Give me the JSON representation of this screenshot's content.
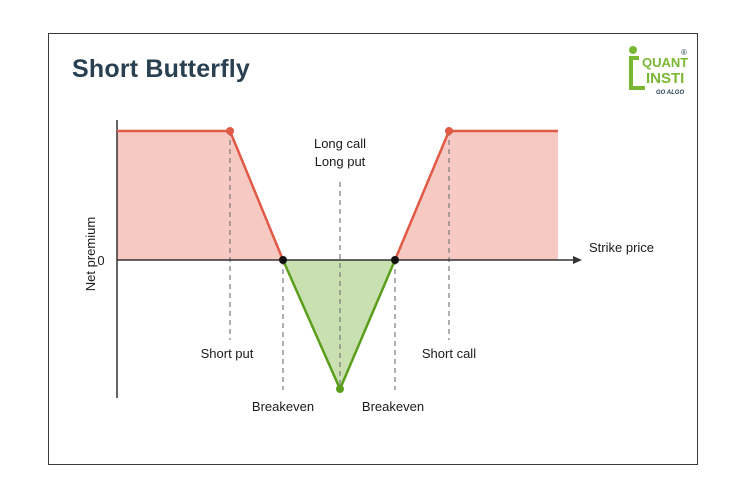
{
  "title": "Short Butterfly",
  "logo": {
    "line1": "QUANT",
    "line2": "INSTI",
    "tagline": "GO ALGO",
    "mark": "®",
    "color": "#7ab833"
  },
  "axes": {
    "x_label": "Strike price",
    "y_label": "Net premium",
    "zero_label": "0"
  },
  "labels": {
    "long_call": "Long call",
    "long_put": "Long put",
    "short_put": "Short put",
    "short_call": "Short call",
    "breakeven_left": "Breakeven",
    "breakeven_right": "Breakeven"
  },
  "colors": {
    "profit_line": "#e05a45",
    "profit_fill": "#f6c9c3",
    "loss_line": "#5a9e1c",
    "loss_fill": "#c9e0b1",
    "axis": "#333333",
    "guide": "#7a7a7a",
    "title": "#28404f"
  }
}
